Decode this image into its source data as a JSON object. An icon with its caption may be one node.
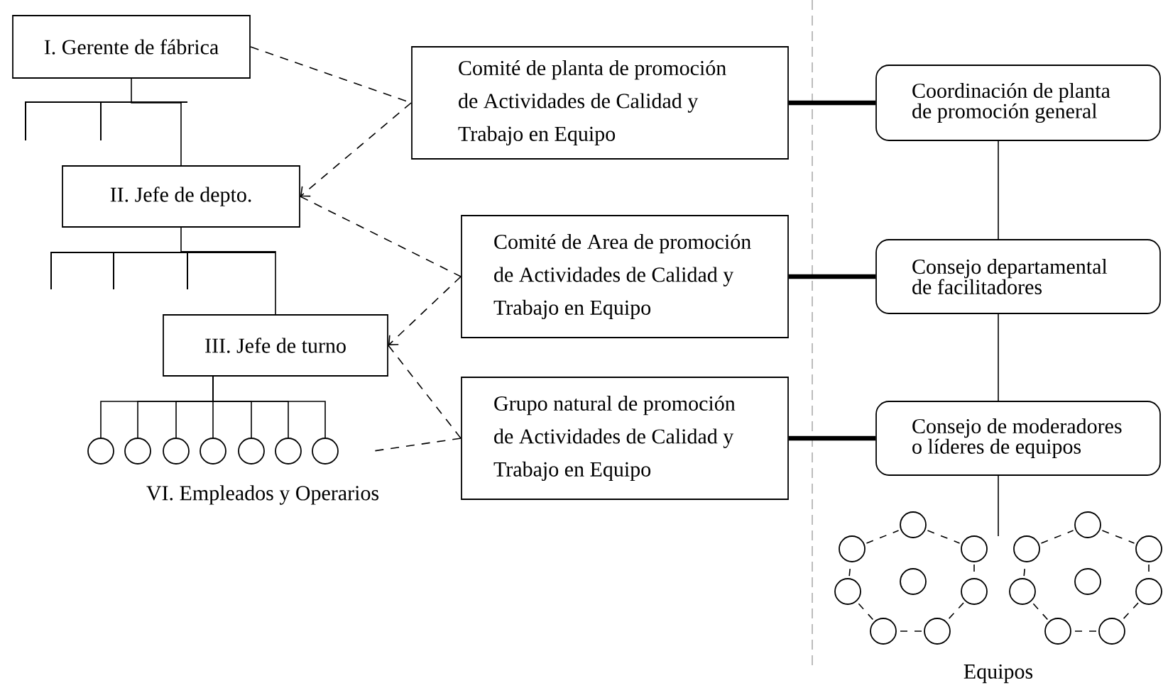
{
  "diagram": {
    "nodes": [
      {
        "text": [
          "I. Gerente de fábrica"
        ]
      },
      {
        "text": [
          "II. Jefe de depto."
        ]
      },
      {
        "text": [
          "III. Jefe de turno"
        ]
      },
      {
        "text": [
          "Comité de planta de promoción de Actividades de Calidad y Trabajo en Equipo"
        ]
      },
      {
        "text": [
          "Comité de Area de promoción de Actividades de Calidad y Trabajo en Equipo"
        ]
      },
      {
        "text": [
          "Grupo natural de promoción de Actividades de Calidad y Trabajo en Equipo"
        ]
      },
      {
        "text": [
          "Coordinación de planta de promoción general"
        ]
      },
      {
        "text": [
          "Consejo departamental de facilitadores"
        ]
      },
      {
        "text": [
          "Consejo de moderadores o líderes de equipos"
        ]
      },
      {
        "text": [],
        "shape": "circle"
      },
      {
        "text": [],
        "shape": "circle"
      },
      {
        "text": [],
        "shape": "circle"
      },
      {
        "text": [],
        "shape": "circle"
      },
      {
        "text": [],
        "shape": "circle"
      },
      {
        "text": [],
        "shape": "circle"
      },
      {
        "text": [],
        "shape": "circle"
      },
      {
        "text": [],
        "shape": "group"
      },
      {
        "text": [],
        "shape": "group"
      }
    ],
    "edges": [
      {
        "from": 0,
        "to": 1,
        "arrow": "none"
      },
      {
        "from": 1,
        "to": 2,
        "arrow": "none"
      },
      {
        "from": 2,
        "to": 9,
        "arrow": "none"
      },
      {
        "from": 2,
        "to": 10,
        "arrow": "none"
      },
      {
        "from": 2,
        "to": 11,
        "arrow": "none"
      },
      {
        "from": 2,
        "to": 12,
        "arrow": "none"
      },
      {
        "from": 2,
        "to": 13,
        "arrow": "none"
      },
      {
        "from": 2,
        "to": 14,
        "arrow": "none"
      },
      {
        "from": 2,
        "to": 15,
        "arrow": "none"
      },
      {
        "from": 0,
        "to": 3,
        "arrow": "none",
        "style": "dashed"
      },
      {
        "from": 3,
        "to": 1,
        "arrow": "to",
        "style": "dashed"
      },
      {
        "from": 1,
        "to": 4,
        "arrow": "none",
        "style": "dashed"
      },
      {
        "from": 4,
        "to": 2,
        "arrow": "to",
        "style": "dashed"
      },
      {
        "from": 2,
        "to": 5,
        "arrow": "none",
        "style": "dashed"
      },
      {
        "from": 5,
        "to": null,
        "arrow": "none",
        "style": "dashed"
      },
      {
        "from": 3,
        "to": 6,
        "arrow": "none",
        "style": "thick"
      },
      {
        "from": 4,
        "to": 7,
        "arrow": "none",
        "style": "thick"
      },
      {
        "from": 5,
        "to": 8,
        "arrow": "none",
        "style": "thick"
      },
      {
        "from": 6,
        "to": 7,
        "arrow": "none"
      },
      {
        "from": 7,
        "to": 8,
        "arrow": "none"
      },
      {
        "from": 8,
        "to": 16,
        "arrow": "none"
      },
      {
        "from": 8,
        "to": 17,
        "arrow": "none"
      }
    ],
    "labels": [
      "VI. Empleados y Operarios",
      "Equipos"
    ]
  }
}
